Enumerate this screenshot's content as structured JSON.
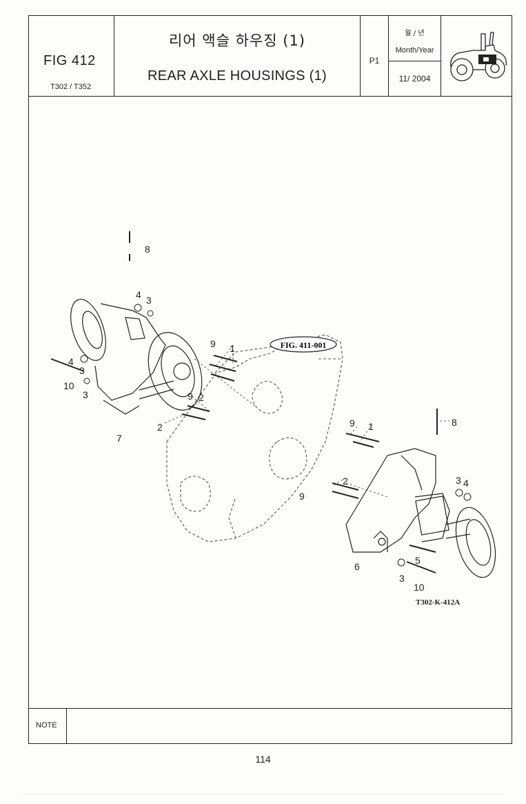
{
  "header": {
    "fig_no": "FIG 412",
    "models": "T302 / T352",
    "title_ko": "리어 액슬 하우징 (1)",
    "title_en": "REAR AXLE HOUSINGS (1)",
    "page_code": "P1",
    "date_label_ko": "월 / 년",
    "date_label_en": "Month/Year",
    "date_value": "11/ 2004",
    "logo_icon": "tractor-icon"
  },
  "diagram": {
    "reference_callout": "FIG. 411-001",
    "drawing_code": "T302-K-412A",
    "callouts": {
      "c8a": "8",
      "c4a": "4",
      "c3a": "3",
      "c9a": "9",
      "c1a": "1",
      "c4b": "4",
      "c3b": "3",
      "c10a": "10",
      "c3c": "3",
      "c9b": "9",
      "c2a": "2",
      "c2b": "2",
      "c7": "7",
      "c9c": "9",
      "c1b": "1",
      "c8b": "8",
      "c2c": "2",
      "c3d": "3",
      "c4c": "4",
      "c9d": "9",
      "c5": "5",
      "c6": "6",
      "c3e": "3",
      "c10b": "10"
    }
  },
  "note": {
    "label": "NOTE"
  },
  "footer": {
    "page_number": "114"
  }
}
